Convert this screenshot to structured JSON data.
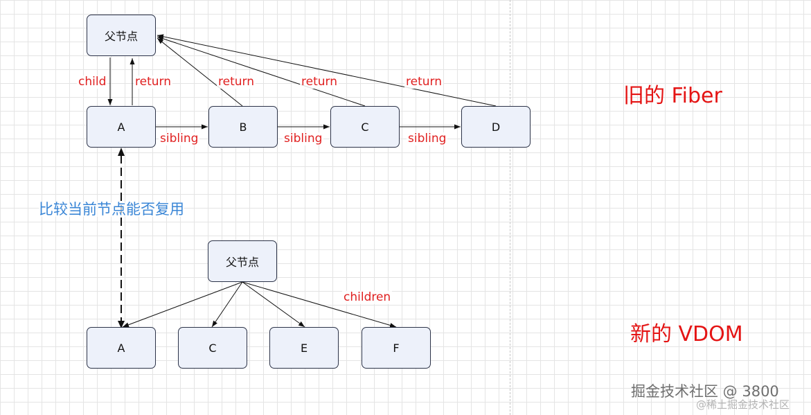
{
  "diagram": {
    "old_fiber": {
      "title": "旧的 Fiber",
      "parent": "父节点",
      "nodes": [
        "A",
        "B",
        "C",
        "D"
      ],
      "edge_labels": {
        "child": "child",
        "return_a": "return",
        "return_b": "return",
        "return_c": "return",
        "return_d": "return",
        "sibling_ab": "sibling",
        "sibling_bc": "sibling",
        "sibling_cd": "sibling"
      }
    },
    "new_vdom": {
      "title": "新的 VDOM",
      "parent": "父节点",
      "nodes": [
        "A",
        "C",
        "E",
        "F"
      ],
      "edge_label": "children"
    },
    "compare_label": "比较当前节点能否复用",
    "watermark": {
      "main": "掘金技术社区 @ 3800",
      "sub": "@稀土掘金技术社区"
    },
    "colors": {
      "node_fill": "#edf1fa",
      "node_border": "#2b3247",
      "edge_label": "#e02020",
      "title": "#e41414",
      "compare_label": "#3a86d6"
    }
  }
}
